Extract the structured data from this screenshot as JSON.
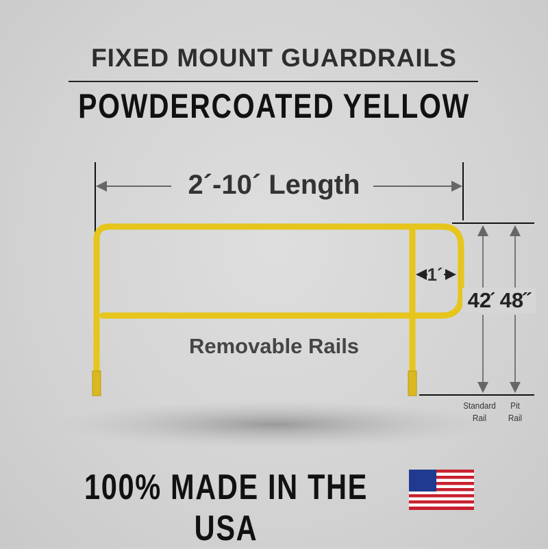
{
  "header": {
    "title": "FIXED MOUNT GUARDRAILS",
    "subtitle": "POWDERCOATED YELLOW"
  },
  "diagram": {
    "length_label": "2´-10´ Length",
    "loop_width_label": "1´",
    "rails_label": "Removable Rails",
    "heights": [
      {
        "value": "42˝",
        "line1": "Standard",
        "line2": "Rail"
      },
      {
        "value": "48˝",
        "line1": "Pit",
        "line2": "Rail"
      }
    ],
    "rail_color": "#e6c51c"
  },
  "footer": {
    "tagline": "100% MADE IN THE USA",
    "flag_icon": "us-flag-icon"
  }
}
